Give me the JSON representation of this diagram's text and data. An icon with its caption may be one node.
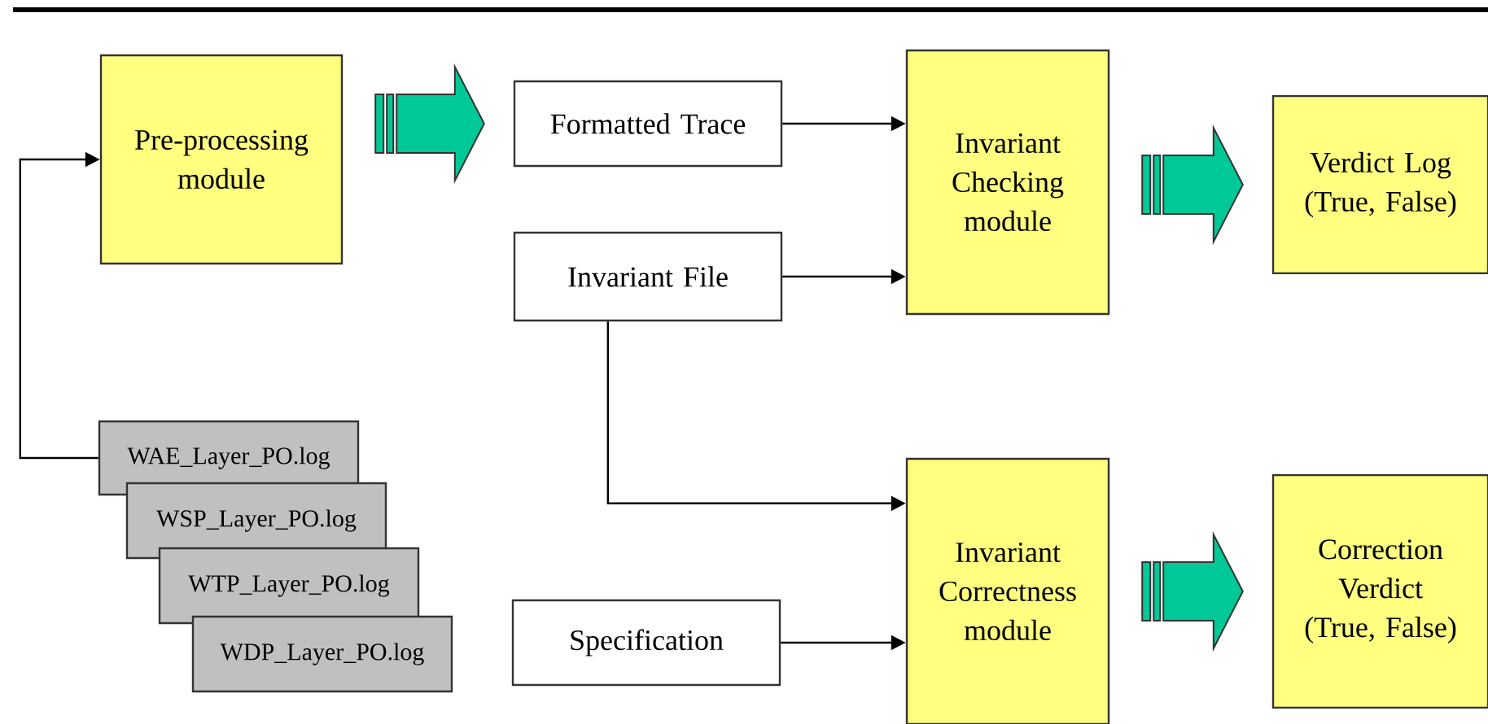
{
  "diagram": {
    "nodes": [
      {
        "text": [
          "Pre-processing module"
        ]
      },
      {
        "text": [
          "Formatted Trace"
        ]
      },
      {
        "text": [
          "Invariant File"
        ]
      },
      {
        "text": [
          "Invariant Checking module"
        ]
      },
      {
        "text": [
          "Verdict Log (True, False)"
        ]
      },
      {
        "text": [
          "WAE_Layer_PO.log"
        ]
      },
      {
        "text": [
          "WSP_Layer_PO.log"
        ]
      },
      {
        "text": [
          "WTP_Layer_PO.log"
        ]
      },
      {
        "text": [
          "WDP_Layer_PO.log"
        ]
      },
      {
        "text": [
          "Specification"
        ]
      },
      {
        "text": [
          "Invariant Correctness module"
        ]
      },
      {
        "text": [
          "Correction Verdict (True, False)"
        ]
      }
    ],
    "edges": [
      {
        "from": 5,
        "to": 0,
        "arrow": "to"
      },
      {
        "from": 0,
        "to": 1,
        "arrow": "to",
        "style": "thick",
        "color": "#00c896"
      },
      {
        "from": 1,
        "to": 3,
        "arrow": "to"
      },
      {
        "from": 2,
        "to": 3,
        "arrow": "to"
      },
      {
        "from": 2,
        "to": 10,
        "arrow": "to"
      },
      {
        "from": 9,
        "to": 10,
        "arrow": "to"
      },
      {
        "from": 3,
        "to": 4,
        "arrow": "to",
        "style": "thick",
        "color": "#00c896"
      },
      {
        "from": 10,
        "to": 11,
        "arrow": "to",
        "style": "thick",
        "color": "#00c896"
      }
    ]
  }
}
